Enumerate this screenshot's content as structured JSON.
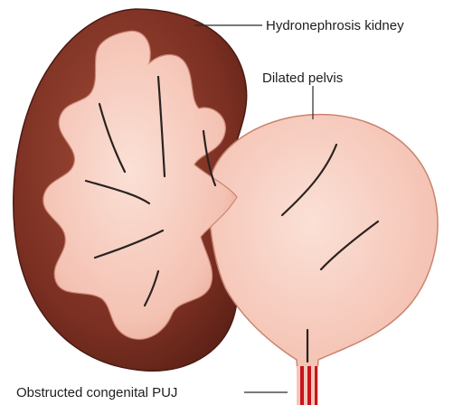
{
  "labels": {
    "kidney": "Hydronephrosis kidney",
    "pelvis": "Dilated pelvis",
    "puj": "Obstructed congenital PUJ"
  },
  "colors": {
    "cortex": "#7a2f22",
    "inner": "#f6c6b8",
    "streak": "#2a2220",
    "ureter": "#c8141e"
  }
}
